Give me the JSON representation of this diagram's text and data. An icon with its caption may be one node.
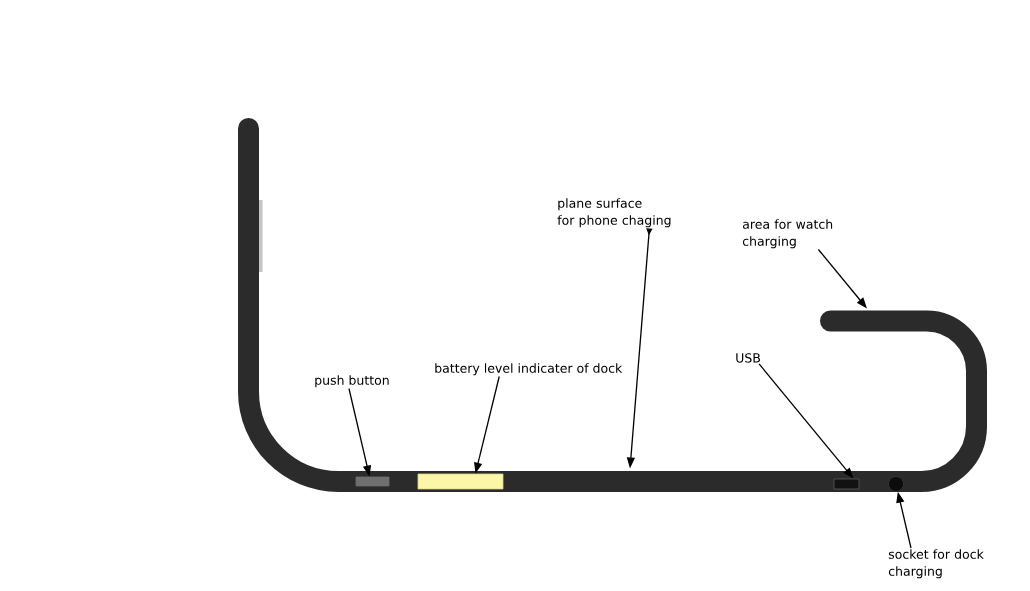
{
  "diagram": {
    "nodes": [
      {
        "text": [
          "plane surface for phone chaging"
        ]
      },
      {
        "text": [
          "area for watch charging"
        ]
      },
      {
        "text": [
          "USB"
        ]
      },
      {
        "text": [
          "battery level indicater of dock"
        ]
      },
      {
        "text": [
          "push button"
        ]
      },
      {
        "text": [],
        "shape": "box"
      },
      {
        "text": [],
        "shape": "box"
      },
      {
        "text": [],
        "shape": "box"
      },
      {
        "text": [],
        "shape": "circle"
      },
      {
        "text": [
          "socket for dock charging"
        ]
      }
    ],
    "edges": [
      {
        "from": 0,
        "to": null,
        "arrow": "to"
      },
      {
        "from": 1,
        "to": null,
        "arrow": "to"
      },
      {
        "from": 2,
        "to": 7,
        "arrow": "to"
      },
      {
        "from": 3,
        "to": 6,
        "arrow": "to"
      },
      {
        "from": 4,
        "to": 5,
        "arrow": "to"
      },
      {
        "from": 9,
        "to": 8,
        "arrow": "to"
      }
    ]
  }
}
